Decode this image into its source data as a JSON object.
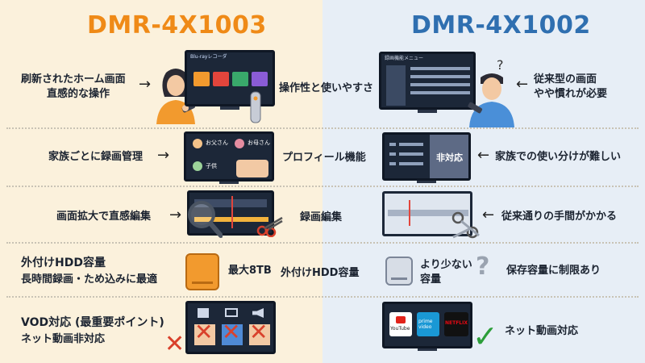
{
  "titles": {
    "left": "DMR-4X1003",
    "right": "DMR-4X1002"
  },
  "rows": {
    "operation": {
      "center": "操作性と使いやすさ",
      "left_text": [
        "刷新されたホーム画面",
        "直感的な操作"
      ],
      "right_text": [
        "従来型の画面",
        "やや慣れが必要"
      ],
      "left_screen_title": "Blu-rayレコーダ",
      "right_screen_title": "録画機能メニュー"
    },
    "profile": {
      "center": "プロフィール機能",
      "left_text": "家族ごとに録画管理",
      "right_text": "家族での使い分けが難しい",
      "left_screen_labels": [
        "お父さん",
        "お母さん",
        "子供"
      ],
      "right_screen_label": "非対応"
    },
    "edit": {
      "center": "録画編集",
      "left_text": "画面拡大で直感編集",
      "right_text": "従来通りの手間がかかる"
    },
    "hdd": {
      "left_label": "外付けHDD容量",
      "left_sub": "長時間録画・ため込みに最適",
      "left_capacity": "最大8TB",
      "center": "外付けHDD容量",
      "right_capacity": [
        "より少ない",
        "容量"
      ],
      "right_note": "保存容量に制限あり"
    },
    "vod": {
      "left_label": "VOD対応 (最重要ポイント)",
      "left_sub": "ネット動画非対応",
      "right_text": "ネット動画対応",
      "right_apps": [
        "YouTube",
        "prime video",
        "NETFLIX"
      ]
    }
  },
  "colors": {
    "left_accent": "#ef8a17",
    "right_accent": "#2f6fb0",
    "ng": "#d9412c",
    "ok": "#2c9e3a"
  },
  "icons": {
    "ng": "✕",
    "ok": "✓",
    "question": "?",
    "arrow_left": "←",
    "arrow_right": "→"
  }
}
